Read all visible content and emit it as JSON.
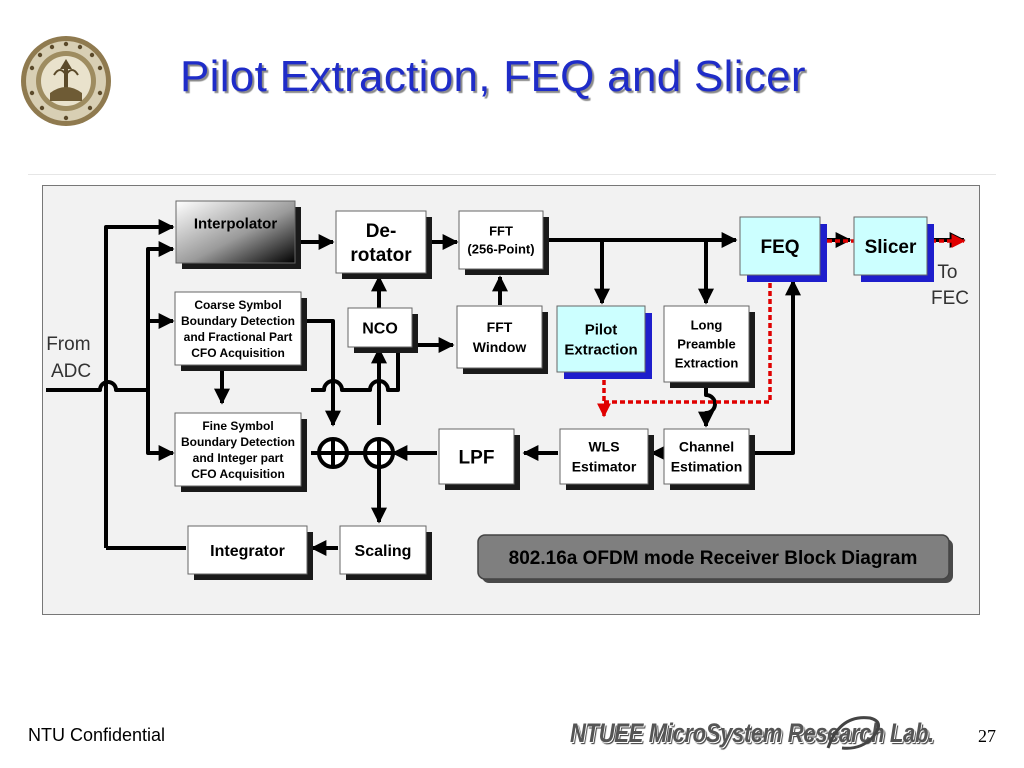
{
  "slide": {
    "title": "Pilot Extraction, FEQ and Slicer",
    "page_number": "27"
  },
  "footer": {
    "confidential": "NTU Confidential",
    "lab_name": "NTUEE MicroSystem Research Lab."
  },
  "logo": {
    "icon": "university-seal-icon"
  },
  "diagram": {
    "caption": "802.16a OFDM mode Receiver Block Diagram",
    "input_label": [
      "From",
      "ADC"
    ],
    "output_label": [
      "To",
      "FEC"
    ],
    "blocks": {
      "interpolator": [
        "Interpolator"
      ],
      "derotator": [
        "De-",
        "rotator"
      ],
      "fft": [
        "FFT",
        "(256-Point)"
      ],
      "feq": [
        "FEQ"
      ],
      "slicer": [
        "Slicer"
      ],
      "coarse_symbol": [
        "Coarse Symbol",
        "Boundary Detection",
        "and Fractional Part",
        "CFO Acquisition"
      ],
      "nco": [
        "NCO"
      ],
      "fft_window": [
        "FFT",
        "Window"
      ],
      "pilot_extraction": [
        "Pilot",
        "Extraction"
      ],
      "long_preamble": [
        "Long",
        "Preamble",
        "Extraction"
      ],
      "fine_symbol": [
        "Fine Symbol",
        "Boundary Detection",
        "and Integer part",
        "CFO Acquisition"
      ],
      "lpf": [
        "LPF"
      ],
      "wls_estimator": [
        "WLS",
        "Estimator"
      ],
      "channel_estimation": [
        "Channel",
        "Estimation"
      ],
      "integrator": [
        "Integrator"
      ],
      "scaling": [
        "Scaling"
      ]
    },
    "colors": {
      "title_blue": "#1f2cc8",
      "highlight_fill": "#ccffff",
      "highlight_shadow": "#1e1ecc",
      "pilot_path": "#e00000",
      "caption_fill": "#7f7f7f",
      "frame_fill": "#f2f2f2"
    }
  }
}
